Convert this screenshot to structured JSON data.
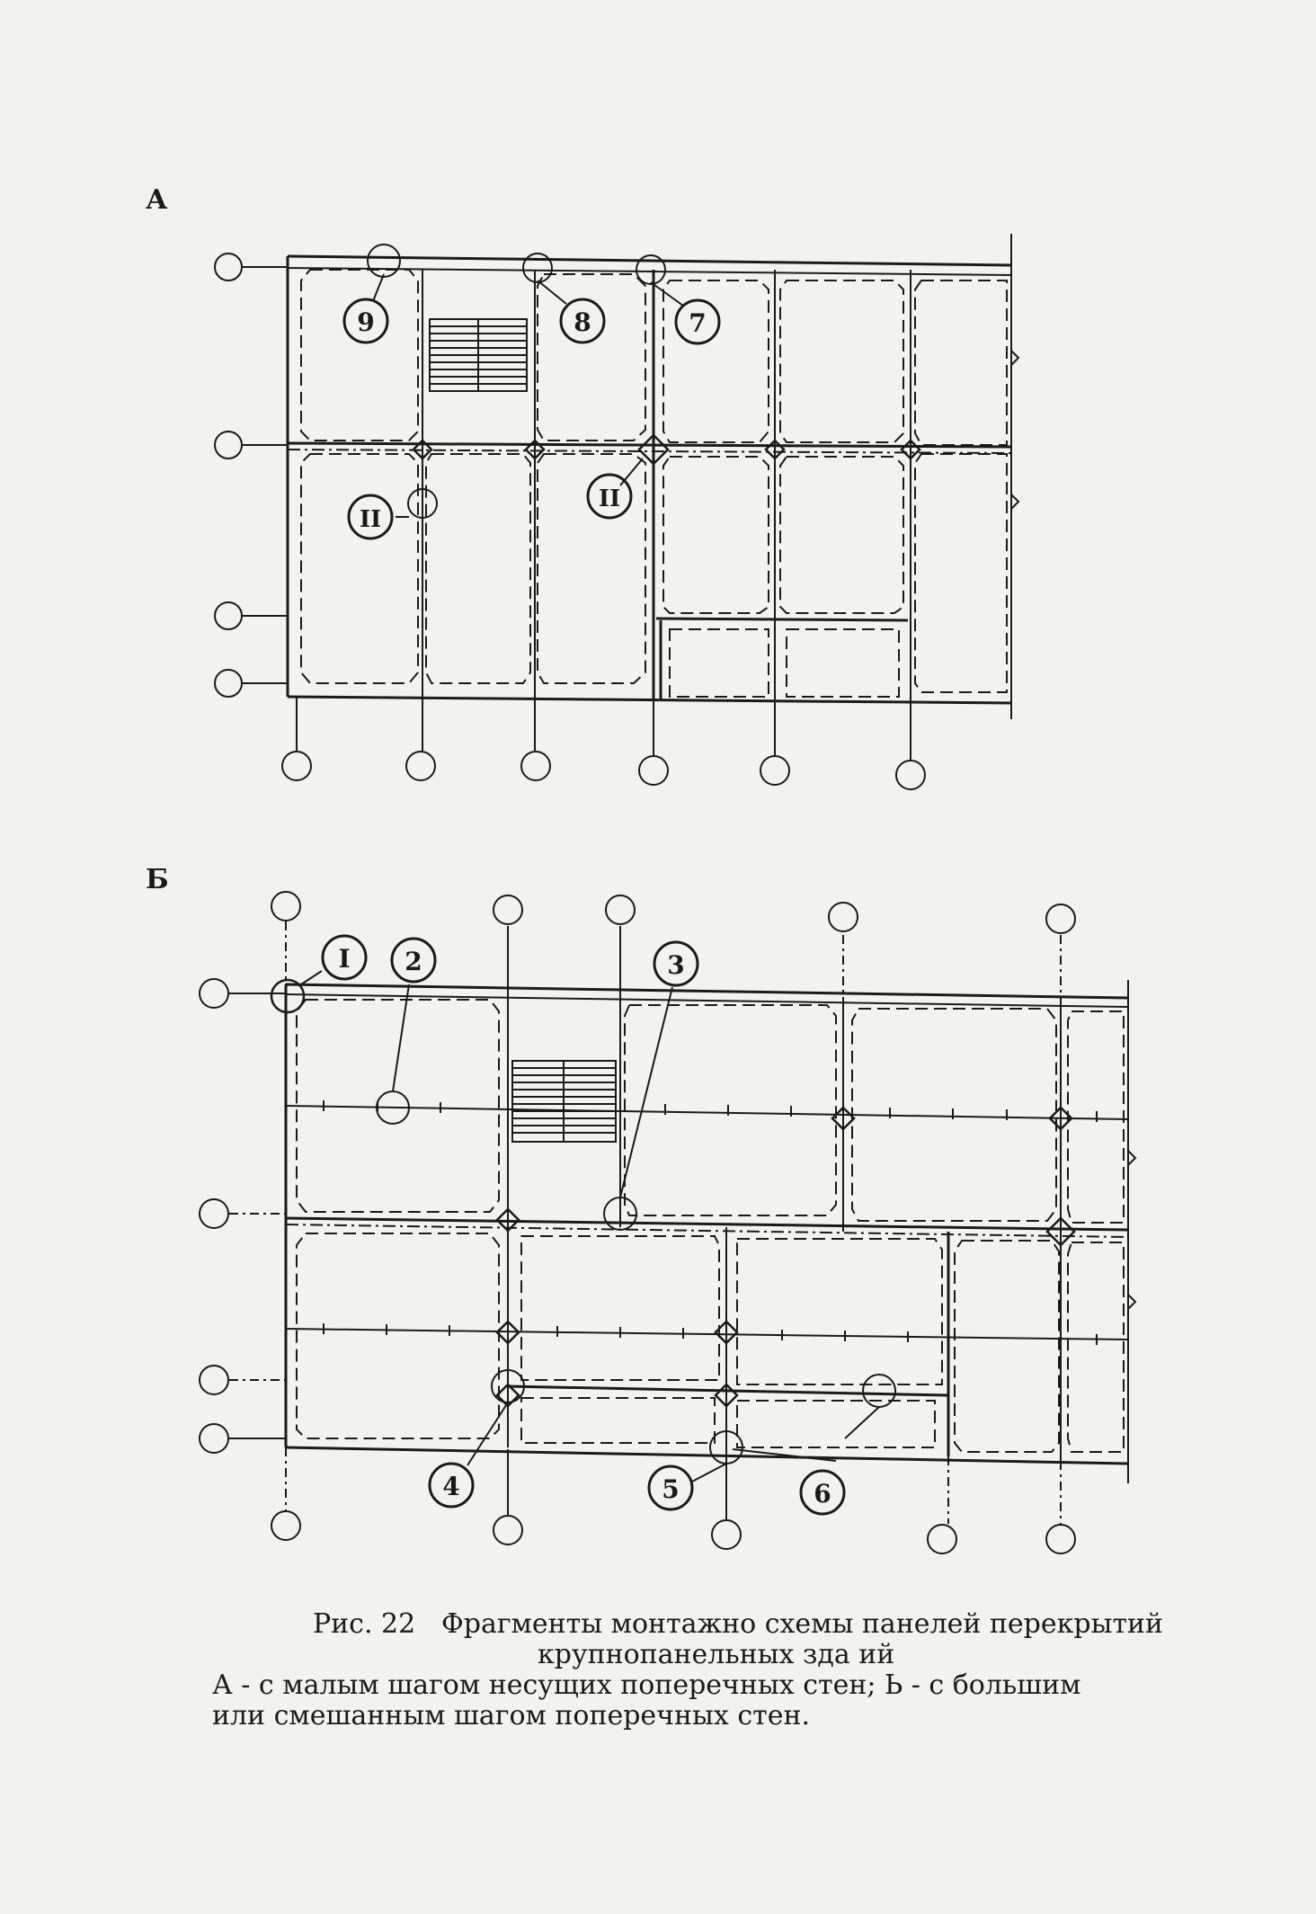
{
  "figure": {
    "panel_a": {
      "label": "А",
      "markers": [
        "9",
        "8",
        "7",
        "II",
        "II"
      ]
    },
    "panel_b": {
      "label": "Б",
      "markers": [
        "I",
        "2",
        "3",
        "4",
        "5",
        "6"
      ]
    }
  },
  "caption": {
    "number": "Рис. 22",
    "title_line1": "Фрагменты монтажно  схемы панелей перекрытий",
    "title_line2": "крупнопанельных зда ий",
    "legend_line1": "А - с малым шагом несущих поперечных стен; Ь - с большим",
    "legend_line2": "или смешанным шагом поперечных стен."
  }
}
